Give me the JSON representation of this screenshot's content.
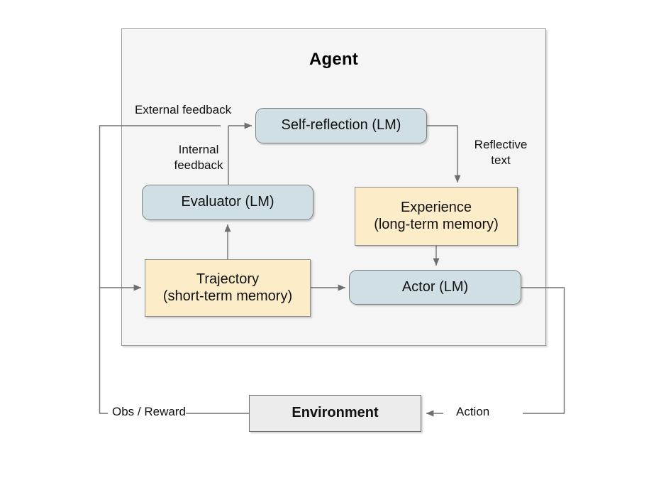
{
  "diagram": {
    "title": "Agent",
    "nodes": {
      "self_reflection": {
        "label": "Self-reflection (LM)"
      },
      "evaluator": {
        "label": "Evaluator (LM)"
      },
      "experience": {
        "label": "Experience",
        "sublabel": "(long-term memory)"
      },
      "trajectory": {
        "label": "Trajectory",
        "sublabel": "(short-term memory)"
      },
      "actor": {
        "label": "Actor (LM)"
      },
      "environment": {
        "label": "Environment"
      }
    },
    "edge_labels": {
      "external_feedback": "External feedback",
      "internal_feedback_line1": "Internal",
      "internal_feedback_line2": "feedback",
      "reflective_text_line1": "Reflective",
      "reflective_text_line2": "text",
      "obs_reward": "Obs / Reward",
      "action": "Action"
    },
    "colors": {
      "agent_fill": "#f5f5f5",
      "agent_stroke": "#9a9a9a",
      "blue_fill": "#cfdfe4",
      "blue_stroke": "#808080",
      "yellow_fill": "#fcecc8",
      "yellow_stroke": "#8c8c8c",
      "gray_fill": "#ececec",
      "gray_stroke": "#6e6e6e",
      "wire": "#707070",
      "background": "#ffffff"
    }
  }
}
